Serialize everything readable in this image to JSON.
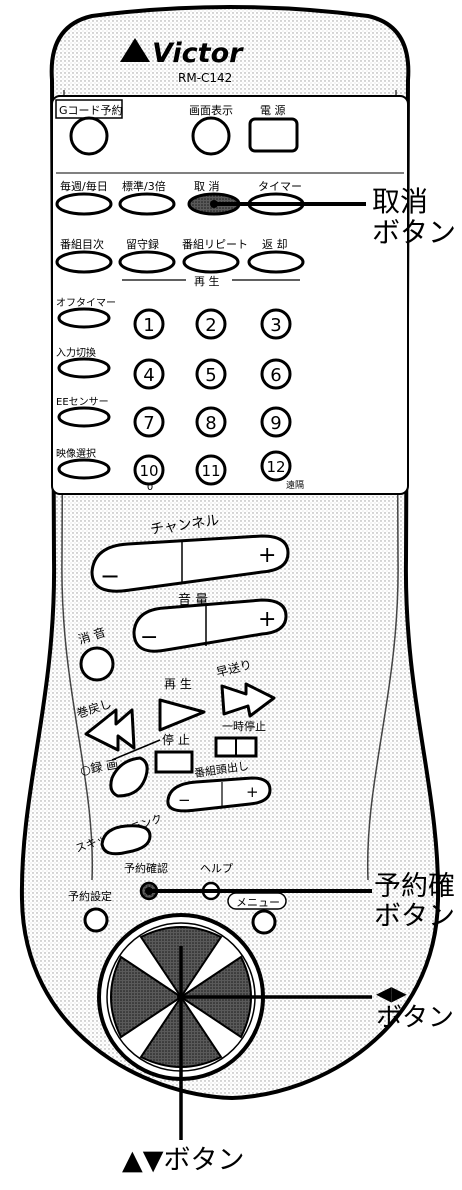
{
  "remote": {
    "brand": "Victor",
    "model": "RM-C142",
    "top_panel": {
      "gcode_label": "Gコード予約",
      "display_label": "画面表示",
      "power_label": "電 源",
      "row2": [
        "毎週/毎日",
        "標準/3倍",
        "取 消",
        "タイマー"
      ],
      "row3": [
        "番組目次",
        "留守録",
        "番組リピート",
        "返 却"
      ],
      "play_group_label": "再 生",
      "side_labels": [
        "オフタイマー",
        "入力切換",
        "EEセンサー",
        "映像選択"
      ],
      "numbers": [
        "1",
        "2",
        "3",
        "4",
        "5",
        "6",
        "7",
        "8",
        "9",
        "10",
        "11",
        "12"
      ],
      "zero_label": "0",
      "far_label": "遠隔"
    },
    "channel_label": "チャンネル",
    "volume_label": "音 量",
    "mute_label": "消 音",
    "minus_sign": "−",
    "plus_sign": "+",
    "rewind_label": "巻戻し",
    "play_label": "再 生",
    "ff_label": "早送り",
    "record_label": "○録 画",
    "stop_label": "停 止",
    "pause_label": "一時停止",
    "skip_label": "スキップ/ブランク",
    "index_label": "番組頭出し",
    "confirm_label": "予約確認",
    "help_label": "ヘルプ",
    "setup_label": "予約設定",
    "menu_label": "メニュー"
  },
  "callouts": {
    "cancel": [
      "取消",
      "ボタン"
    ],
    "confirm": [
      "予約確",
      "ボタン"
    ],
    "leftright": [
      "◀▶",
      "ボタン"
    ],
    "updown": "▲▼ボタン"
  }
}
